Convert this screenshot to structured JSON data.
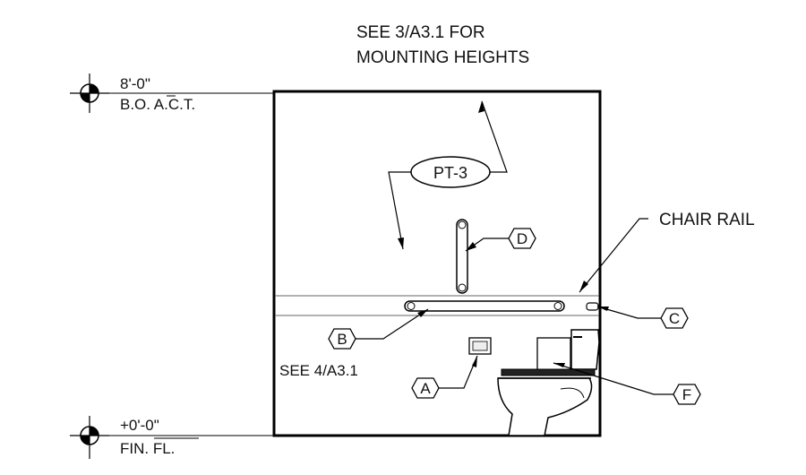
{
  "notes": {
    "mounting": [
      "SEE 3/A3.1 FOR",
      "MOUNTING HEIGHTS"
    ],
    "detail_ref": "SEE 4/A3.1"
  },
  "levels": {
    "top": {
      "elevation": "8'-0\"",
      "name": "B.O. A.C.T."
    },
    "bottom": {
      "elevation": "+0'-0\"",
      "name": "FIN. FL."
    }
  },
  "paint_tag": "PT-3",
  "chair_rail_label": "CHAIR RAIL",
  "tags": {
    "a": "A",
    "b": "B",
    "c": "C",
    "d": "D",
    "f": "F"
  }
}
